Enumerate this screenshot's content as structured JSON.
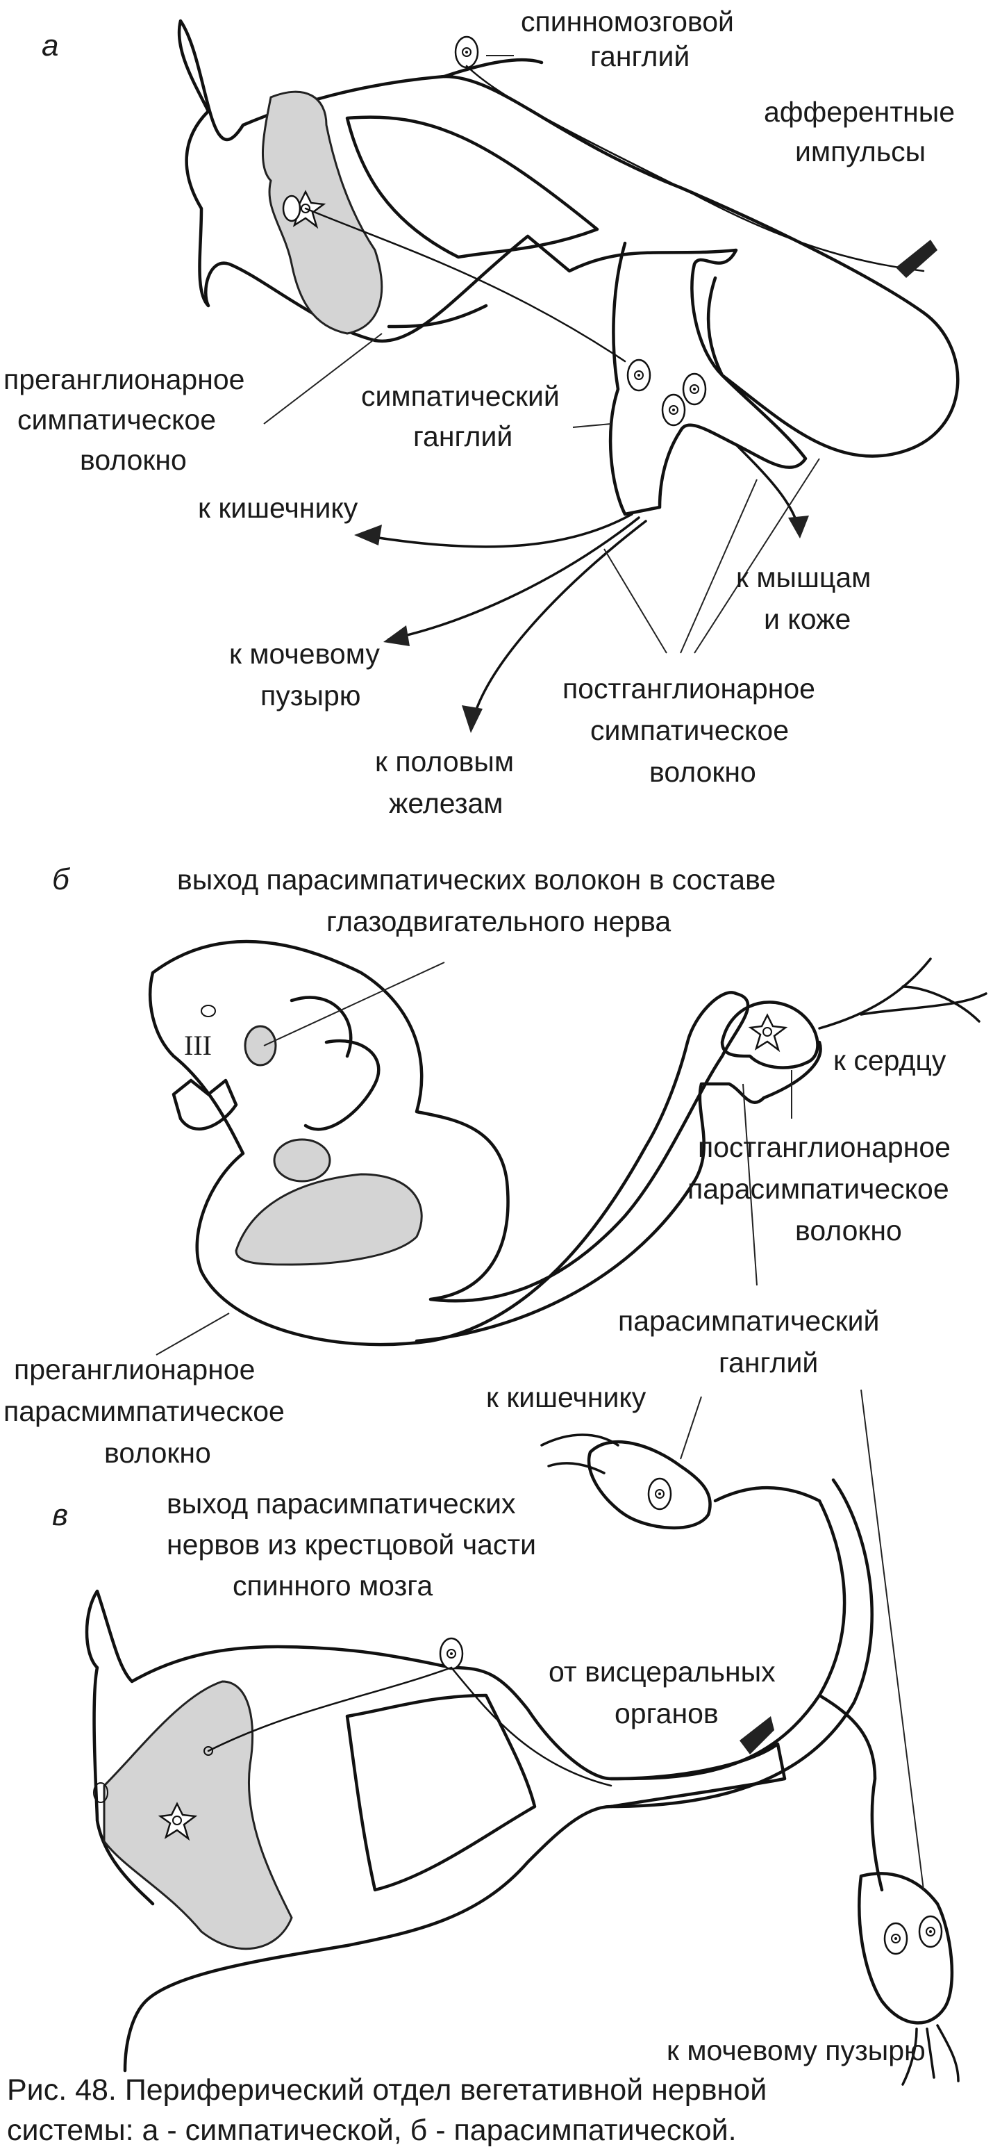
{
  "panel_letters": [
    "а",
    "б",
    "в"
  ],
  "panel_a": {
    "spinal_ganglion": [
      "спинномозговой",
      "ганглий"
    ],
    "afferent": [
      "афферентные",
      "импульсы"
    ],
    "preganglionic": [
      "преганглионарное",
      "симпатическое",
      "волокно"
    ],
    "sympathetic_ganglion": [
      "симпатический",
      "ганглий"
    ],
    "to_intestine": "к кишечнику",
    "to_muscles": [
      "к мышцам",
      "и коже"
    ],
    "to_bladder": [
      "к мочевому",
      "пузырю"
    ],
    "to_gonads": [
      "к половым",
      "железам"
    ],
    "postganglionic": [
      "постганглионарное",
      "симпатическое",
      "волокно"
    ]
  },
  "panel_b": {
    "oculomotor_exit": [
      "выход парасимпатических волокон в составе",
      "глазодвигательного нерва"
    ],
    "nucleus_numeral": "III",
    "to_heart": "к сердцу",
    "postganglionic": [
      "постганглионарное",
      "парасимпатическое",
      "волокно"
    ],
    "parasympathetic_ganglion": [
      "парасимпатический",
      "ганглий"
    ],
    "preganglionic": [
      "преганглионарное",
      "парасмимпатическое",
      "волокно"
    ]
  },
  "panel_c": {
    "to_intestine": "к кишечнику",
    "sacral_exit": [
      "выход парасимпатических",
      "нервов из крестцовой части",
      "спинного мозга"
    ],
    "from_visceral": [
      "от висцеральных",
      "органов"
    ],
    "to_bladder": "к мочевому пузырю"
  },
  "caption": [
    "Рис. 48. Периферический отдел вегетативной нервной",
    "системы: а - симпатической, б - парасимпатической."
  ]
}
